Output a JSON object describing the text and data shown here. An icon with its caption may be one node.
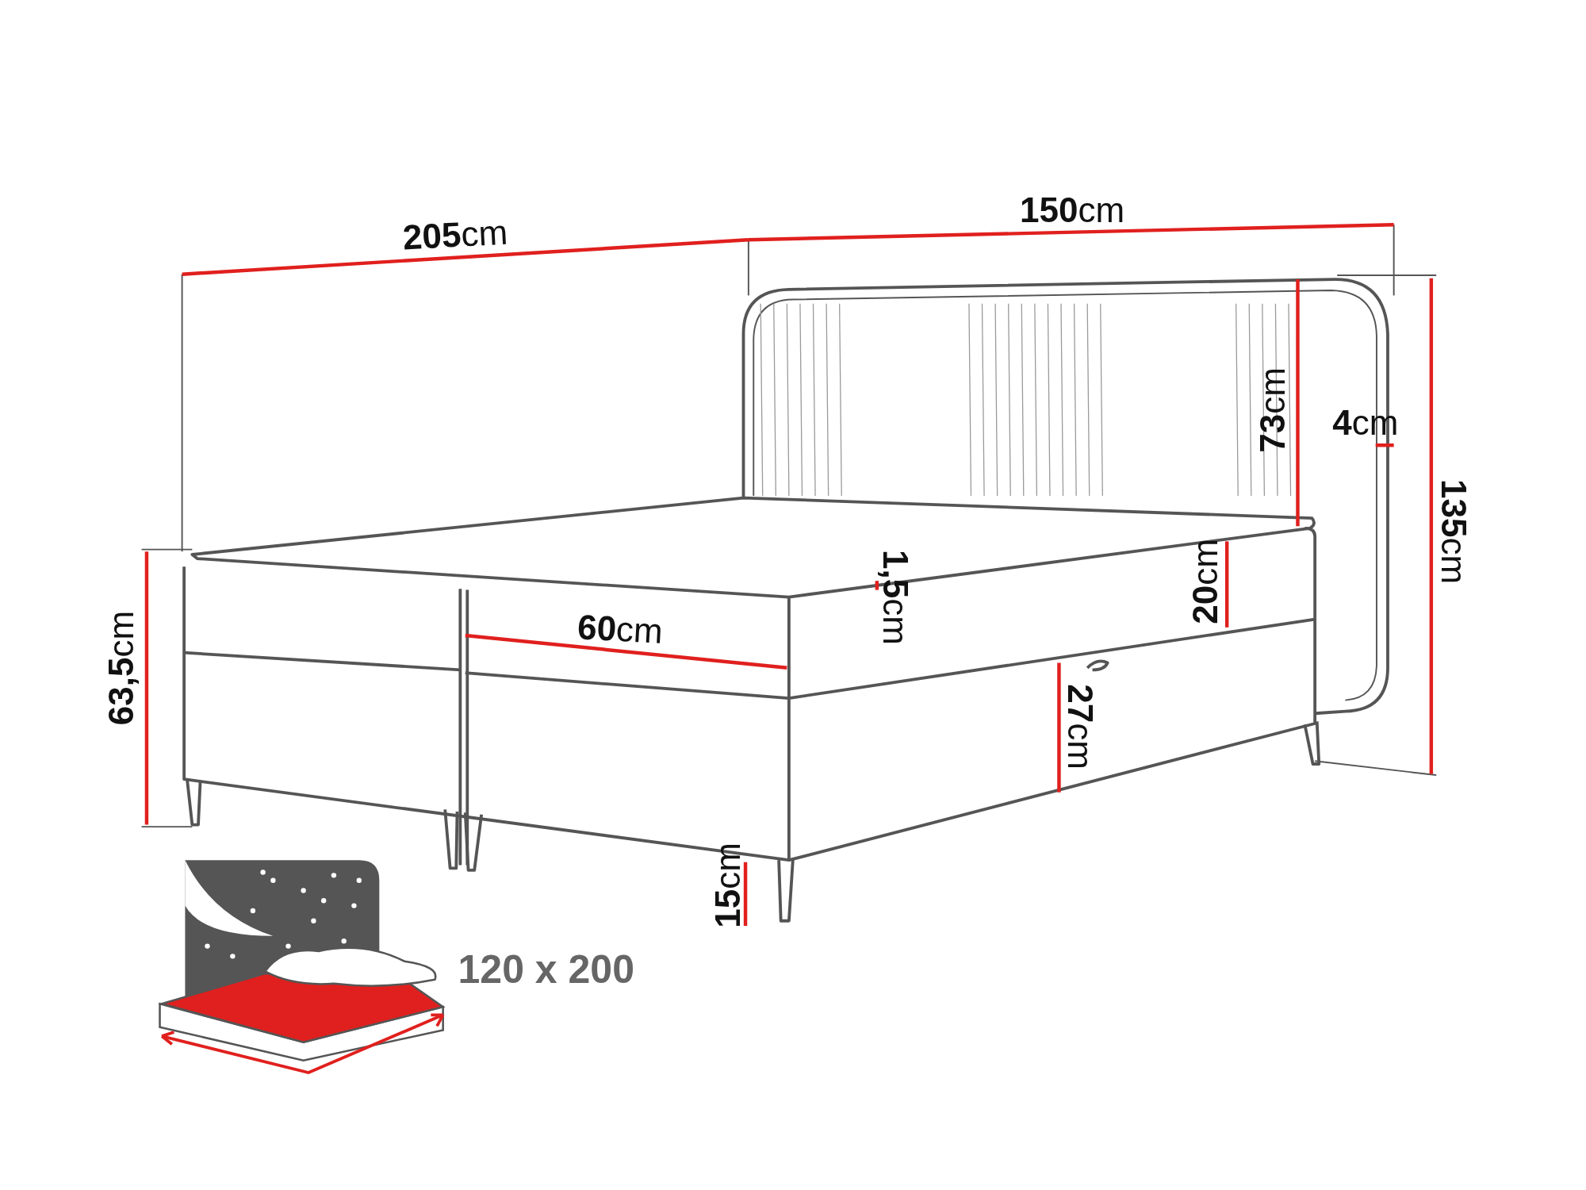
{
  "diagram": {
    "labels": [
      "**205**cm",
      "**150**cm",
      "**73**cm",
      "**4**cm",
      "**135**cm",
      "**1,5**cm",
      "**20**cm",
      "**60**cm",
      "**63,5**cm",
      "**27**cm",
      "**15**cm",
      "120 x 200"
    ]
  }
}
